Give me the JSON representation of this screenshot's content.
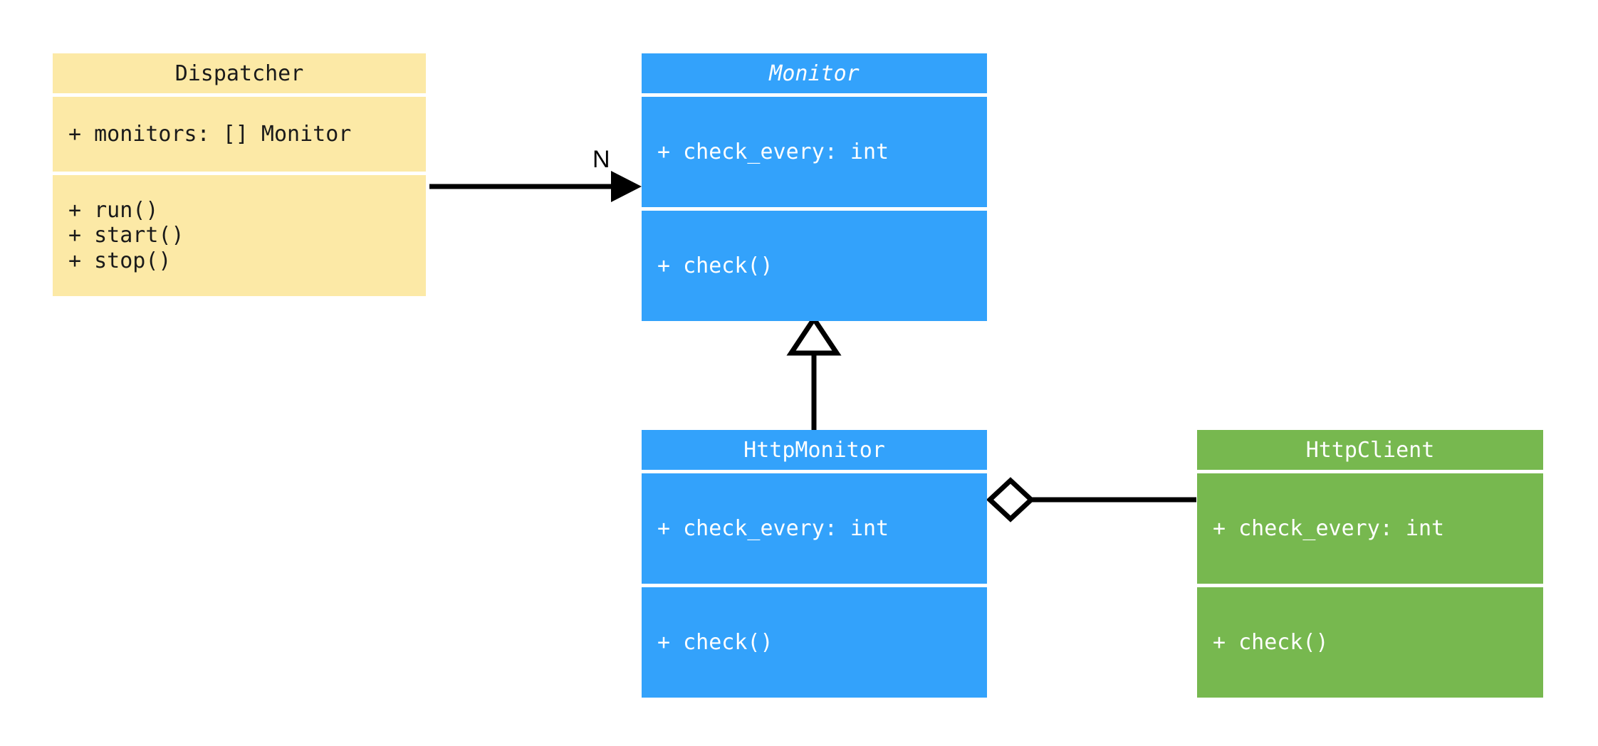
{
  "diagram": {
    "type": "uml-class-diagram",
    "background": "#ffffff",
    "classes": [
      {
        "id": "dispatcher",
        "name": "Dispatcher",
        "abstract": false,
        "color": "#fce9a6",
        "text_color": "#1a1a1a",
        "attributes": [
          "+ monitors: [] Monitor"
        ],
        "methods": [
          "+ run()",
          "+ start()",
          "+ stop()"
        ]
      },
      {
        "id": "monitor",
        "name": "Monitor",
        "abstract": true,
        "color": "#33a2fb",
        "text_color": "#ffffff",
        "attributes": [
          "+ check_every: int"
        ],
        "methods": [
          "+ check()"
        ]
      },
      {
        "id": "httpmonitor",
        "name": "HttpMonitor",
        "abstract": false,
        "color": "#33a2fb",
        "text_color": "#ffffff",
        "attributes": [
          "+ check_every: int"
        ],
        "methods": [
          "+ check()"
        ]
      },
      {
        "id": "httpclient",
        "name": "HttpClient",
        "abstract": false,
        "color": "#77b84f",
        "text_color": "#ffffff",
        "attributes": [
          "+ check_every: int"
        ],
        "methods": [
          "+ check()"
        ]
      }
    ],
    "relations": [
      {
        "id": "dispatcher-monitor",
        "kind": "association",
        "from": "Dispatcher",
        "to": "Monitor",
        "label": "N",
        "arrowhead": "filled-arrow",
        "line": "solid"
      },
      {
        "id": "httpmonitor-monitor",
        "kind": "inheritance",
        "from": "HttpMonitor",
        "to": "Monitor",
        "label": "",
        "arrowhead": "hollow-triangle",
        "line": "solid"
      },
      {
        "id": "httpmonitor-httpclient",
        "kind": "aggregation",
        "from": "HttpMonitor",
        "to": "HttpClient",
        "label": "",
        "arrowhead": "hollow-diamond",
        "line": "solid"
      }
    ]
  }
}
